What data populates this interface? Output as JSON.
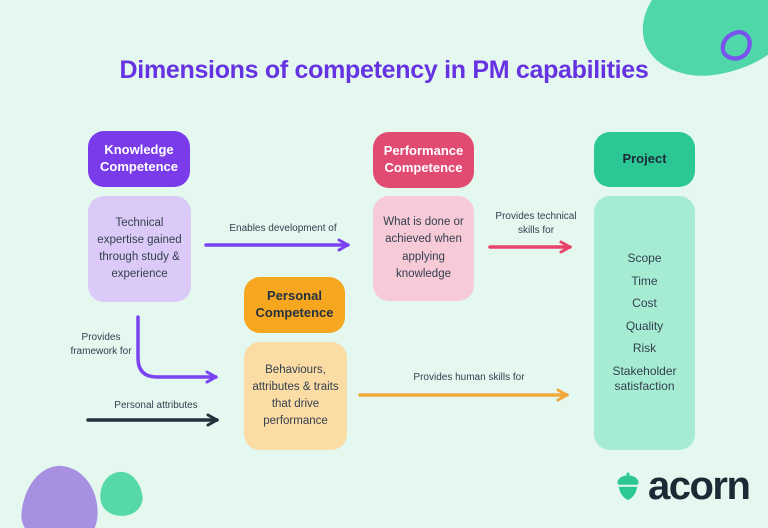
{
  "title": "Dimensions of competency in PM capabilities",
  "boxes": {
    "knowledge": {
      "header": "Knowledge Competence",
      "body": "Technical expertise gained through study & experience"
    },
    "performance": {
      "header": "Performance Competence",
      "body": "What is done or achieved when applying knowledge"
    },
    "personal": {
      "header": "Personal Competence",
      "body": "Behaviours, attributes & traits that drive performance"
    },
    "project": {
      "header": "Project",
      "items": [
        "Scope",
        "Time",
        "Cost",
        "Quality",
        "Risk",
        "Stakeholder satisfaction"
      ]
    }
  },
  "arrow_labels": {
    "enables": "Enables development of",
    "technical": "Provides technical skills for",
    "framework": "Provides framework for",
    "personal_attributes": "Personal attributes",
    "human": "Provides human skills for"
  },
  "logo": {
    "text": "acorn",
    "icon": "acorn-icon"
  },
  "colors": {
    "background": "#E4F8F0",
    "title": "#6633E2",
    "knowledge_header_bg": "#7A3BEB",
    "knowledge_body_bg": "#DBCAF7",
    "performance_header_bg": "#E14B72",
    "performance_body_bg": "#F7CAD7",
    "personal_header_bg": "#F6A71F",
    "personal_body_bg": "#FBDCA4",
    "project_header_bg": "#2BC795",
    "project_body_bg": "#A6ECD3",
    "arrow_purple": "#7A42F0",
    "arrow_pink": "#E8436B",
    "arrow_black": "#22313D",
    "arrow_orange": "#F2A93B",
    "text_dark": "#333F4E",
    "logo_green": "#2BC795",
    "logo_text": "#1B2A35"
  }
}
